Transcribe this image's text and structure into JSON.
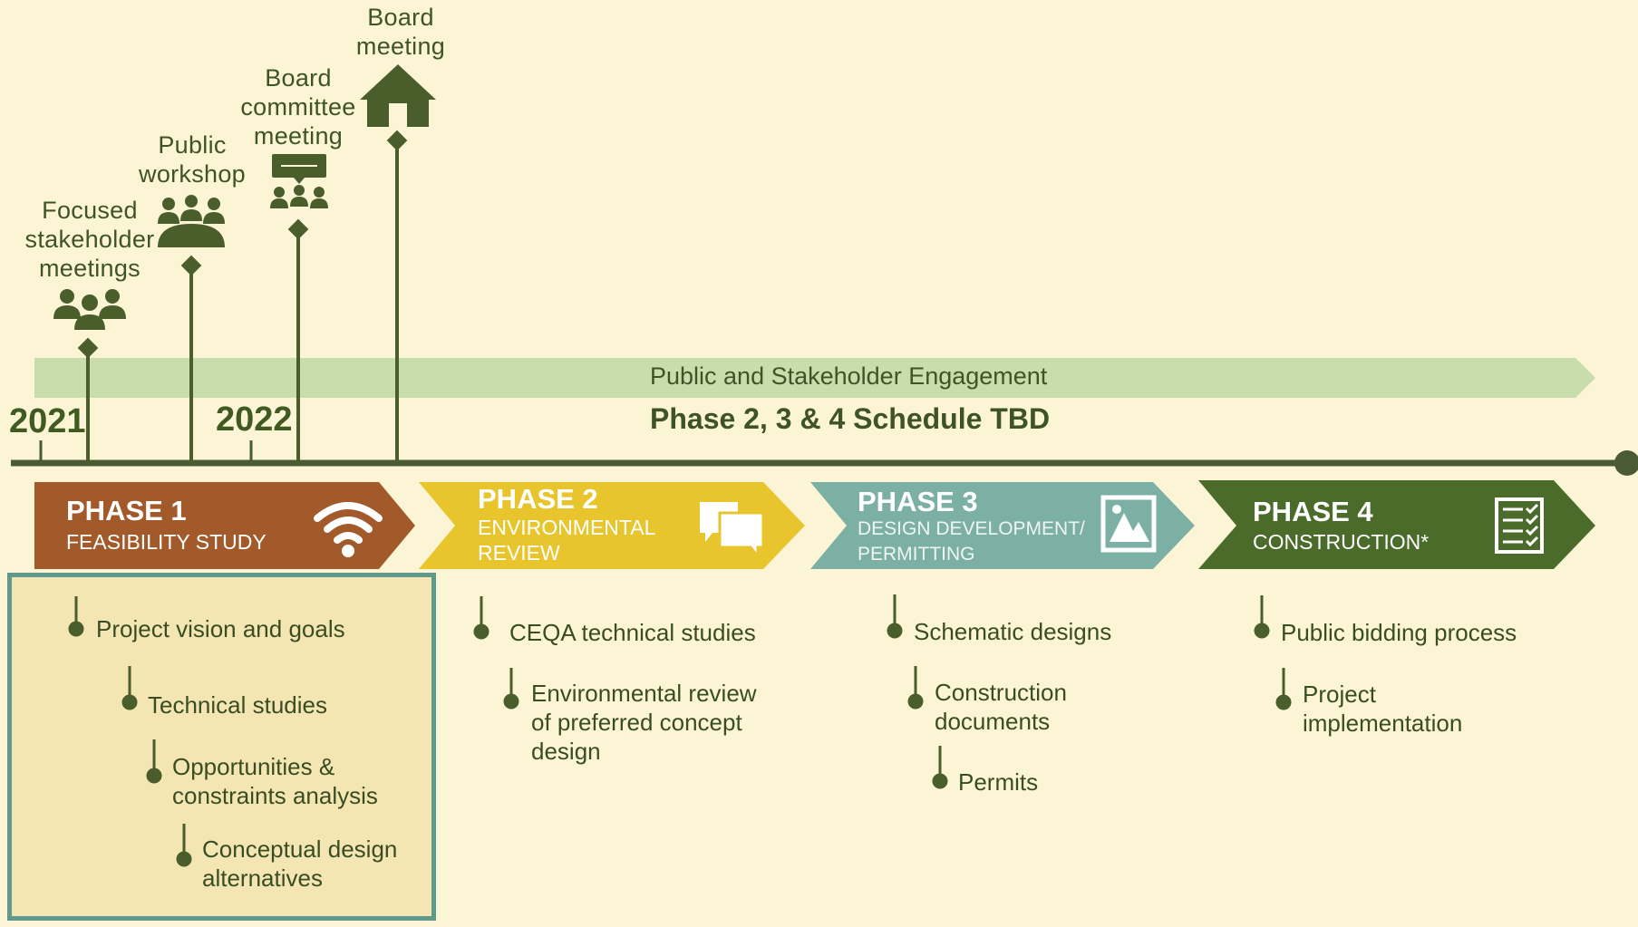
{
  "events": [
    {
      "id": "focused",
      "label_lines": [
        "Focused",
        "stakeholder",
        "meetings"
      ],
      "icon": "group-icon"
    },
    {
      "id": "workshop",
      "label_lines": [
        "Public",
        "workshop"
      ],
      "icon": "audience-icon"
    },
    {
      "id": "committee",
      "label_lines": [
        "Board",
        "committee",
        "meeting"
      ],
      "icon": "presentation-icon"
    },
    {
      "id": "board",
      "label_lines": [
        "Board",
        "meeting"
      ],
      "icon": "building-icon"
    }
  ],
  "years": [
    "2021",
    "2022"
  ],
  "engagement": {
    "label": "Public and Stakeholder Engagement",
    "schedule": "Phase 2, 3 & 4 Schedule TBD"
  },
  "phases": [
    {
      "title": "PHASE 1",
      "subtitle_lines": [
        "FEASIBILITY STUDY"
      ],
      "color": "#a35a2a",
      "icon": "wifi-icon",
      "tasks": [
        {
          "lines": [
            "Project vision and goals"
          ]
        },
        {
          "lines": [
            "Technical studies"
          ]
        },
        {
          "lines": [
            "Opportunities &",
            "constraints analysis"
          ]
        },
        {
          "lines": [
            "Conceptual design",
            "alternatives"
          ]
        }
      ]
    },
    {
      "title": "PHASE 2",
      "subtitle_lines": [
        "ENVIRONMENTAL",
        "REVIEW"
      ],
      "color": "#e9c52d",
      "icon": "chat-bubbles-icon",
      "tasks": [
        {
          "lines": [
            "CEQA technical studies"
          ]
        },
        {
          "lines": [
            "Environmental review",
            "of preferred concept",
            "design"
          ]
        }
      ]
    },
    {
      "title": "PHASE 3",
      "subtitle_lines": [
        "DESIGN DEVELOPMENT/",
        "PERMITTING"
      ],
      "color": "#7db0a4",
      "icon": "image-icon",
      "tasks": [
        {
          "lines": [
            "Schematic designs"
          ]
        },
        {
          "lines": [
            "Construction",
            "documents"
          ]
        },
        {
          "lines": [
            "Permits"
          ]
        }
      ]
    },
    {
      "title": "PHASE 4",
      "subtitle_lines": [
        "CONSTRUCTION*"
      ],
      "color": "#4a6b2a",
      "icon": "checklist-icon",
      "tasks": [
        {
          "lines": [
            "Public bidding process"
          ]
        },
        {
          "lines": [
            "Project",
            "implementation"
          ]
        }
      ]
    }
  ],
  "colors": {
    "background": "#fcf5d5",
    "timeline": "#4a5a35",
    "engagement_band": "#c9dcab",
    "marker": "#4a5e2c",
    "highlight_border": "#5f9a8c"
  }
}
